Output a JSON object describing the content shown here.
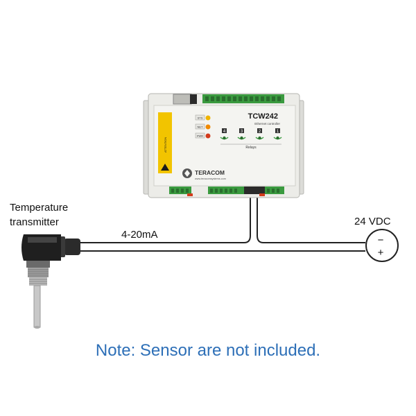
{
  "labels": {
    "temperature_transmitter": "Temperature\ntransmitter",
    "signal": "4-20mA",
    "power": "24 VDC",
    "note": "Note: Sensor are not included."
  },
  "device": {
    "model": "TCW242",
    "subtitle": "Ethernet controller",
    "brand": "TERACOM",
    "website": "www.teracomsystems.com",
    "leds": [
      "STS",
      "NET",
      "PWR"
    ],
    "relay_numbers": [
      "4",
      "3",
      "2",
      "1"
    ],
    "relays_label": "Relays",
    "warning_text": "ATTENTION"
  },
  "power_symbols": {
    "minus": "−",
    "plus": "+"
  },
  "colors": {
    "note": "#2d6fb7",
    "terminal_green": "#3a9a3f",
    "led_yellow": "#f0b400",
    "led_orange": "#f08a00",
    "led_red": "#d23b1c",
    "warning_yellow": "#f2c400"
  }
}
